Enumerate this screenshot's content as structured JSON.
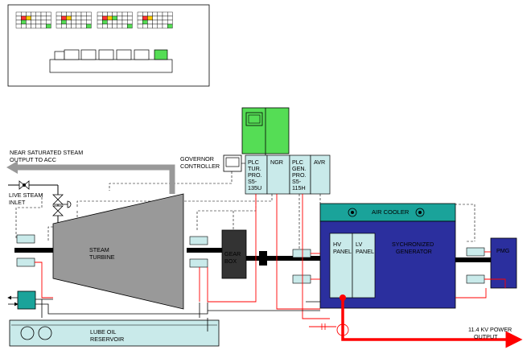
{
  "labels": {
    "steam_output_line1": "NEAR SATURATED STEAM",
    "steam_output_line2": "OUTPUT TO ACC",
    "live_steam_line1": "LIVE STEAM",
    "live_steam_line2": "INLET",
    "governor_line1": "GOVERNOR",
    "governor_line2": "CONTROLLER",
    "turbine_line1": "STEAM",
    "turbine_line2": "TURBINE",
    "gearbox_line1": "GEAR",
    "gearbox_line2": "BOX",
    "air_cooler": "AIR COOLER",
    "generator_line1": "SYCHRONIZED",
    "generator_line2": "GENERATOR",
    "hv_panel_line1": "HV",
    "hv_panel_line2": "PANEL",
    "lv_panel_line1": "LV",
    "lv_panel_line2": "PANEL",
    "pmg": "PMG",
    "lube_line1": "LUBE OIL",
    "lube_line2": "RESERVOIR",
    "power_line1": "11.4 KV POWER",
    "power_line2": "OUTPUT"
  },
  "control_panel": {
    "plc_turbine": [
      "PLC",
      "TUR.",
      "PRO.",
      "S5-",
      "135U"
    ],
    "ngr": "NGR",
    "plc_generator": [
      "PLC",
      "GEN.",
      "PRO.",
      "S5-",
      "115H"
    ],
    "avr": "AVR"
  },
  "colors": {
    "steam_pipe": "#999999",
    "generator": "#2b2f9e",
    "air_cooler": "#1aa39a",
    "panel_fill": "#c9eaea",
    "power_line": "#ff0000",
    "scada_green": "#55dd55",
    "gear_box": "#333333"
  }
}
